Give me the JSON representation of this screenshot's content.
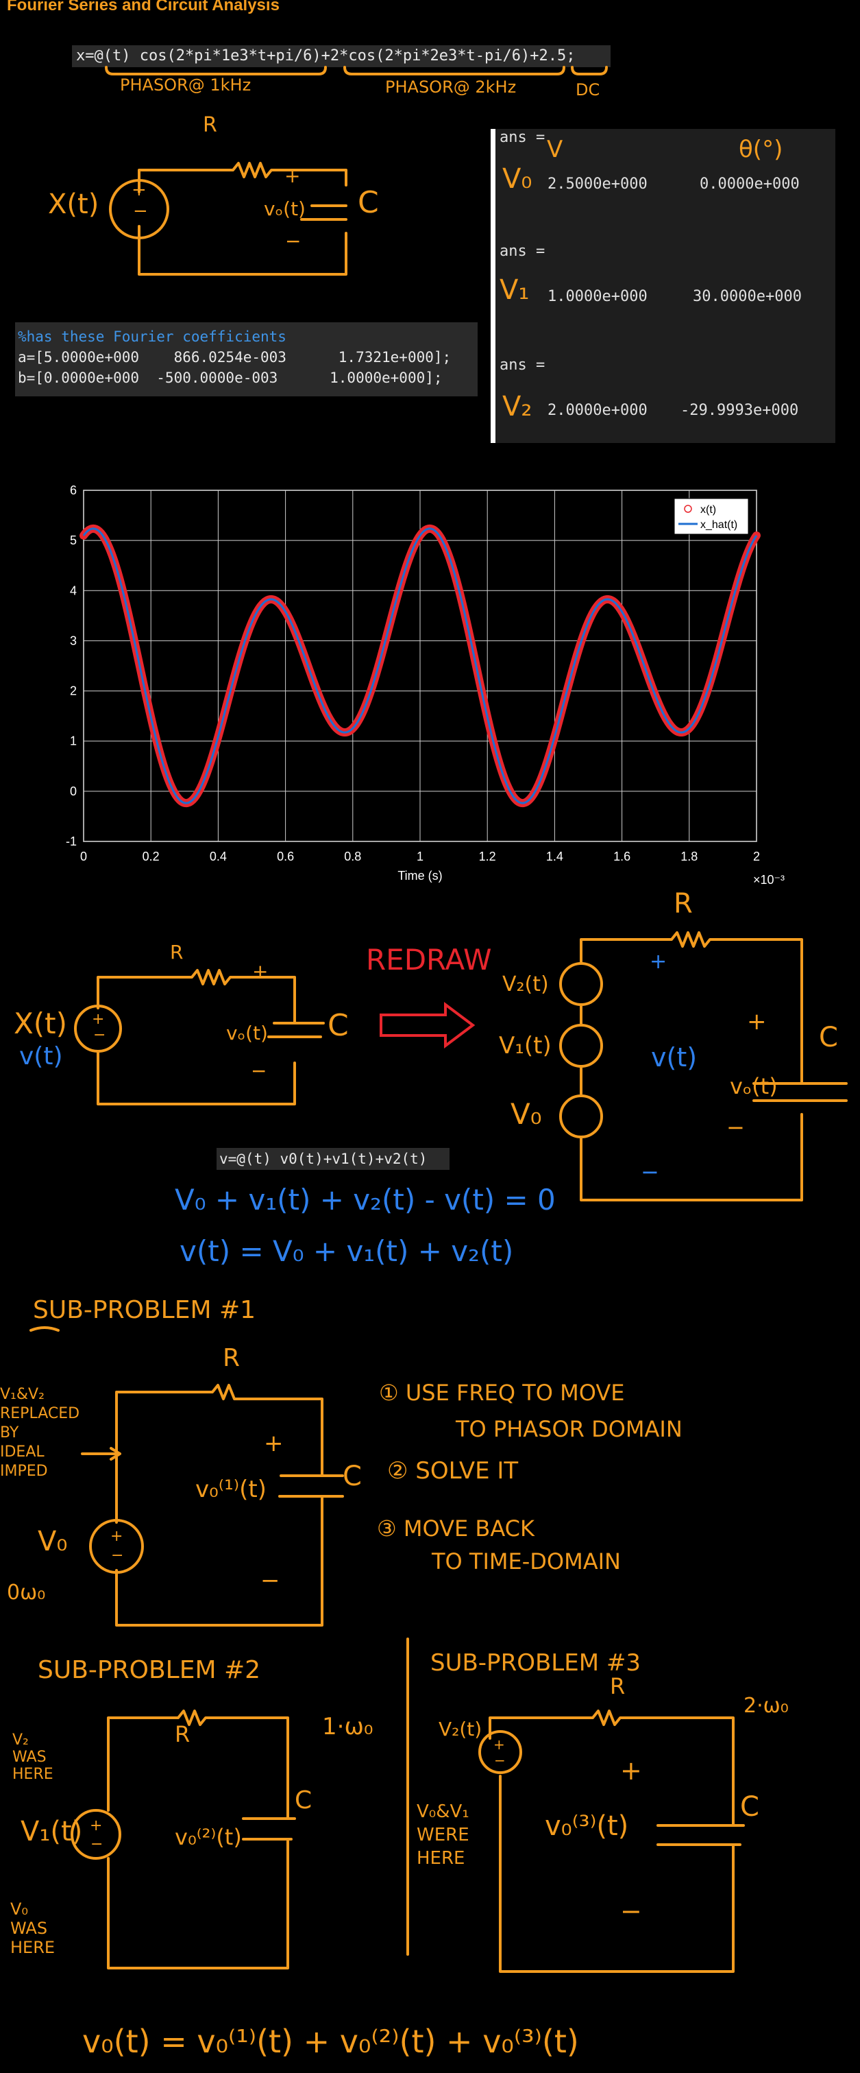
{
  "page_title": "Fourier Series and Circuit Analysis",
  "code": {
    "signal_def": "x=@(t) cos(2*pi*1e3*t+pi/6)+2*cos(2*pi*2e3*t-pi/6)+2.5;",
    "comment": "%has these Fourier coefficients",
    "a_line": "a=[5.0000e+000    866.0254e-003      1.7321e+000];",
    "b_line": "b=[0.0000e+000  -500.0000e-003      1.0000e+000];",
    "v_def": "v=@(t) v0(t)+v1(t)+v2(t)"
  },
  "annotations": {
    "phasor1": "PHASOR@ 1kHz",
    "phasor2": "PHASOR@ 2kHz",
    "dc": "DC",
    "col_v": "V",
    "col_theta": "θ(°)",
    "redraw": "REDRAW",
    "sub1": "SUB-PROBLEM #1",
    "sub2": "SUB-PROBLEM #2",
    "sub3": "SUB-PROBLEM #3",
    "step1": "① USE FREQ TO MOVE",
    "step1b": "TO PHASOR DOMAIN",
    "step2": "② SOLVE IT",
    "step3": "③ MOVE BACK",
    "step3b": "TO TIME-DOMAIN",
    "replaced": [
      "V₁&V₂",
      "REPLACED",
      "BY",
      "IDEAL",
      "IMPED"
    ],
    "omega0": "0ω₀",
    "one_omega": "1·ω₀",
    "two_omega": "2·ω₀",
    "v2_was_here": [
      "V₂",
      "WAS",
      "HERE"
    ],
    "v0_was_here": [
      "V₀",
      "WAS",
      "HERE"
    ],
    "v0v1_were_here": [
      "V₀&V₁",
      "WERE",
      "HERE"
    ],
    "kvl": "V₀ + v₁(t) + v₂(t) - v(t) = 0",
    "v_sum": "v(t) = V₀ + v₁(t) + v₂(t)",
    "final": "v₀(t) = v₀⁽¹⁾(t) + v₀⁽²⁾(t) + v₀⁽³⁾(t)"
  },
  "labels": {
    "R": "R",
    "C": "C",
    "x_t": "X(t)",
    "v_t": "v(t)",
    "vo_t": "vₒ(t)",
    "V0": "V₀",
    "v1_t": "V₁(t)",
    "v2_t": "V₂(t)",
    "vo1": "v₀⁽¹⁾(t)",
    "vo2": "v₀⁽²⁾(t)",
    "vo3": "v₀⁽³⁾(t)",
    "plus": "+",
    "minus": "−"
  },
  "ans": [
    {
      "label": "ans =",
      "name": "V₀",
      "mag": "2.5000e+000",
      "angle": "0.0000e+000"
    },
    {
      "label": "ans =",
      "name": "V₁",
      "mag": "1.0000e+000",
      "angle": "30.0000e+000"
    },
    {
      "label": "ans =",
      "name": "V₂",
      "mag": "2.0000e+000",
      "angle": "-29.9993e+000"
    }
  ],
  "chart_data": {
    "type": "line",
    "xlabel": "Time (s)",
    "x_multiplier": "×10⁻³",
    "xlim": [
      0,
      2
    ],
    "ylim": [
      -1,
      6
    ],
    "x_ticks": [
      "0",
      "0.2",
      "0.4",
      "0.6",
      "0.8",
      "1",
      "1.2",
      "1.4",
      "1.6",
      "1.8",
      "2"
    ],
    "y_ticks": [
      "-1",
      "0",
      "1",
      "2",
      "3",
      "4",
      "5",
      "6"
    ],
    "grid": true,
    "legend": "top-right",
    "series": [
      {
        "name": "x(t)",
        "style": "red circle markers",
        "formula": "cos(2π·1e3·t+π/6)+2cos(2π·2e3·t−π/6)+2.5"
      },
      {
        "name": "x_hat(t)",
        "style": "blue line",
        "formula": "Fourier reconstruction, a=[5, 0.866, 1.7321], b=[0, −0.5, 1]"
      }
    ],
    "colors": {
      "x": "#e8262d",
      "x_hat": "#1f6fd1"
    }
  }
}
